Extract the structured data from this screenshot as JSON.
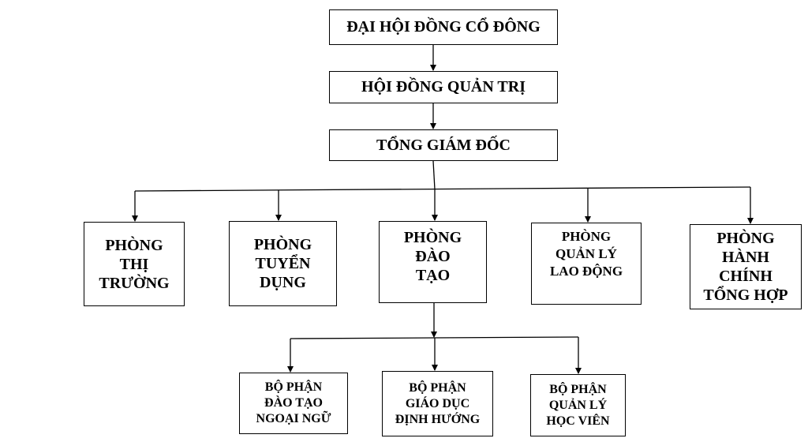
{
  "top": [
    {
      "label": "ĐẠI HỘI ĐỒNG CỔ ĐÔNG"
    },
    {
      "label": "HỘI ĐỒNG QUẢN TRỊ"
    },
    {
      "label": "TỔNG GIÁM ĐỐC"
    }
  ],
  "departments": [
    {
      "label": "PHÒNG\nTHỊ\nTRƯỜNG"
    },
    {
      "label": "PHÒNG\nTUYỂN\nDỤNG"
    },
    {
      "label": "PHÒNG\nĐÀO\nTẠO"
    },
    {
      "label": "PHÒNG\nQUẢN LÝ\nLAO ĐỘNG"
    },
    {
      "label": "PHÒNG\nHÀNH\nCHÍNH\nTỔNG HỢP"
    }
  ],
  "sub_units": [
    {
      "label": "BỘ PHẬN\nĐÀO TẠO\nNGOẠI NGỮ"
    },
    {
      "label": "BỘ PHẬN\nGIÁO DỤC\nĐỊNH HƯỚNG"
    },
    {
      "label": "BỘ PHẬN\nQUẢN LÝ\nHỌC VIÊN"
    }
  ],
  "colors": {
    "line": "#000000",
    "box_border": "#000000",
    "background": "#ffffff",
    "text": "#000000"
  }
}
